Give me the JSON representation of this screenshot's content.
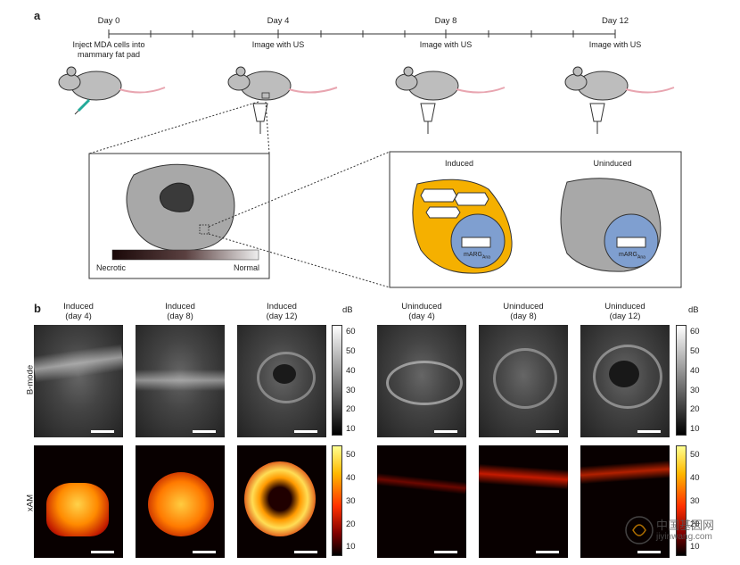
{
  "panel_a": {
    "letter": "a",
    "timeline": [
      {
        "day": "Day 0",
        "note": "Inject MDA cells into\nmammary fat pad"
      },
      {
        "day": "Day 4",
        "note": "Image with US"
      },
      {
        "day": "Day 8",
        "note": "Image with US"
      },
      {
        "day": "Day 12",
        "note": "Image with US"
      }
    ],
    "necrotic_label": "Necrotic",
    "normal_label": "Normal",
    "induced_label": "Induced",
    "uninduced_label": "Uninduced",
    "gene_label": "mARG",
    "gene_sub": "Ana"
  },
  "panel_b": {
    "letter": "b",
    "columns": [
      {
        "l1": "Induced",
        "l2": "(day 4)"
      },
      {
        "l1": "Induced",
        "l2": "(day 8)"
      },
      {
        "l1": "Induced",
        "l2": "(day 12)"
      },
      {
        "l1": "Uninduced",
        "l2": "(day 4)"
      },
      {
        "l1": "Uninduced",
        "l2": "(day 8)"
      },
      {
        "l1": "Uninduced",
        "l2": "(day 12)"
      }
    ],
    "row_bmode": "B-mode",
    "row_xam": "xAM",
    "unit": "dB",
    "bmode_ticks": [
      "60",
      "50",
      "40",
      "30",
      "20",
      "10"
    ],
    "xam_ticks": [
      "50",
      "40",
      "30",
      "20",
      "10"
    ]
  },
  "watermark": {
    "line1": "中国基因网",
    "line2": "jiyinwang.com"
  }
}
